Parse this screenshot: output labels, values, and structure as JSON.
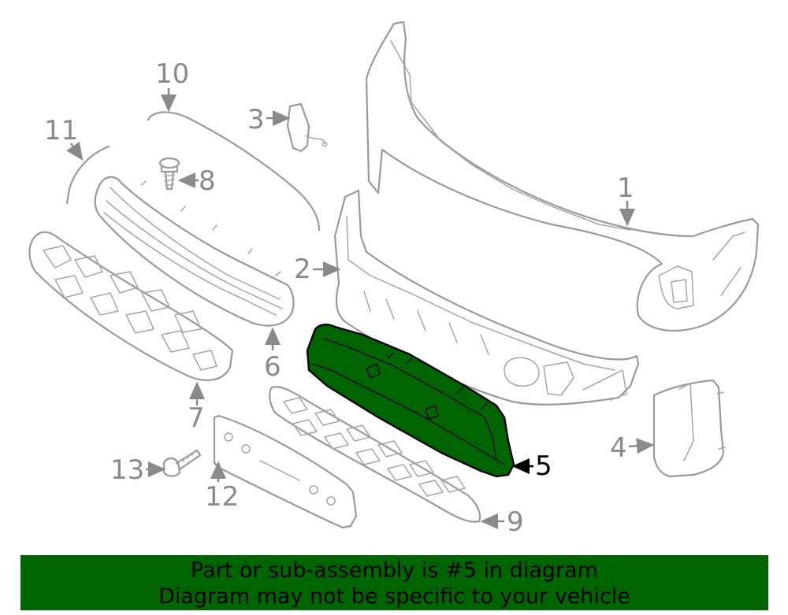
{
  "callouts": [
    {
      "id": "1",
      "text": "1",
      "highlighted": false
    },
    {
      "id": "2",
      "text": "2",
      "highlighted": false
    },
    {
      "id": "3",
      "text": "3",
      "highlighted": false
    },
    {
      "id": "4",
      "text": "4",
      "highlighted": false
    },
    {
      "id": "5",
      "text": "5",
      "highlighted": true
    },
    {
      "id": "6",
      "text": "6",
      "highlighted": false
    },
    {
      "id": "7",
      "text": "7",
      "highlighted": false
    },
    {
      "id": "8",
      "text": "8",
      "highlighted": false
    },
    {
      "id": "9",
      "text": "9",
      "highlighted": false
    },
    {
      "id": "10",
      "text": "10",
      "highlighted": false
    },
    {
      "id": "11",
      "text": "11",
      "highlighted": false
    },
    {
      "id": "12",
      "text": "12",
      "highlighted": false
    },
    {
      "id": "13",
      "text": "13",
      "highlighted": false
    }
  ],
  "highlight_color": "#006400",
  "line_color": "#9a9a9a",
  "banner": {
    "line1": "Part or sub-assembly is #5 in diagram",
    "line2": "Diagram may not be specific to your vehicle"
  }
}
